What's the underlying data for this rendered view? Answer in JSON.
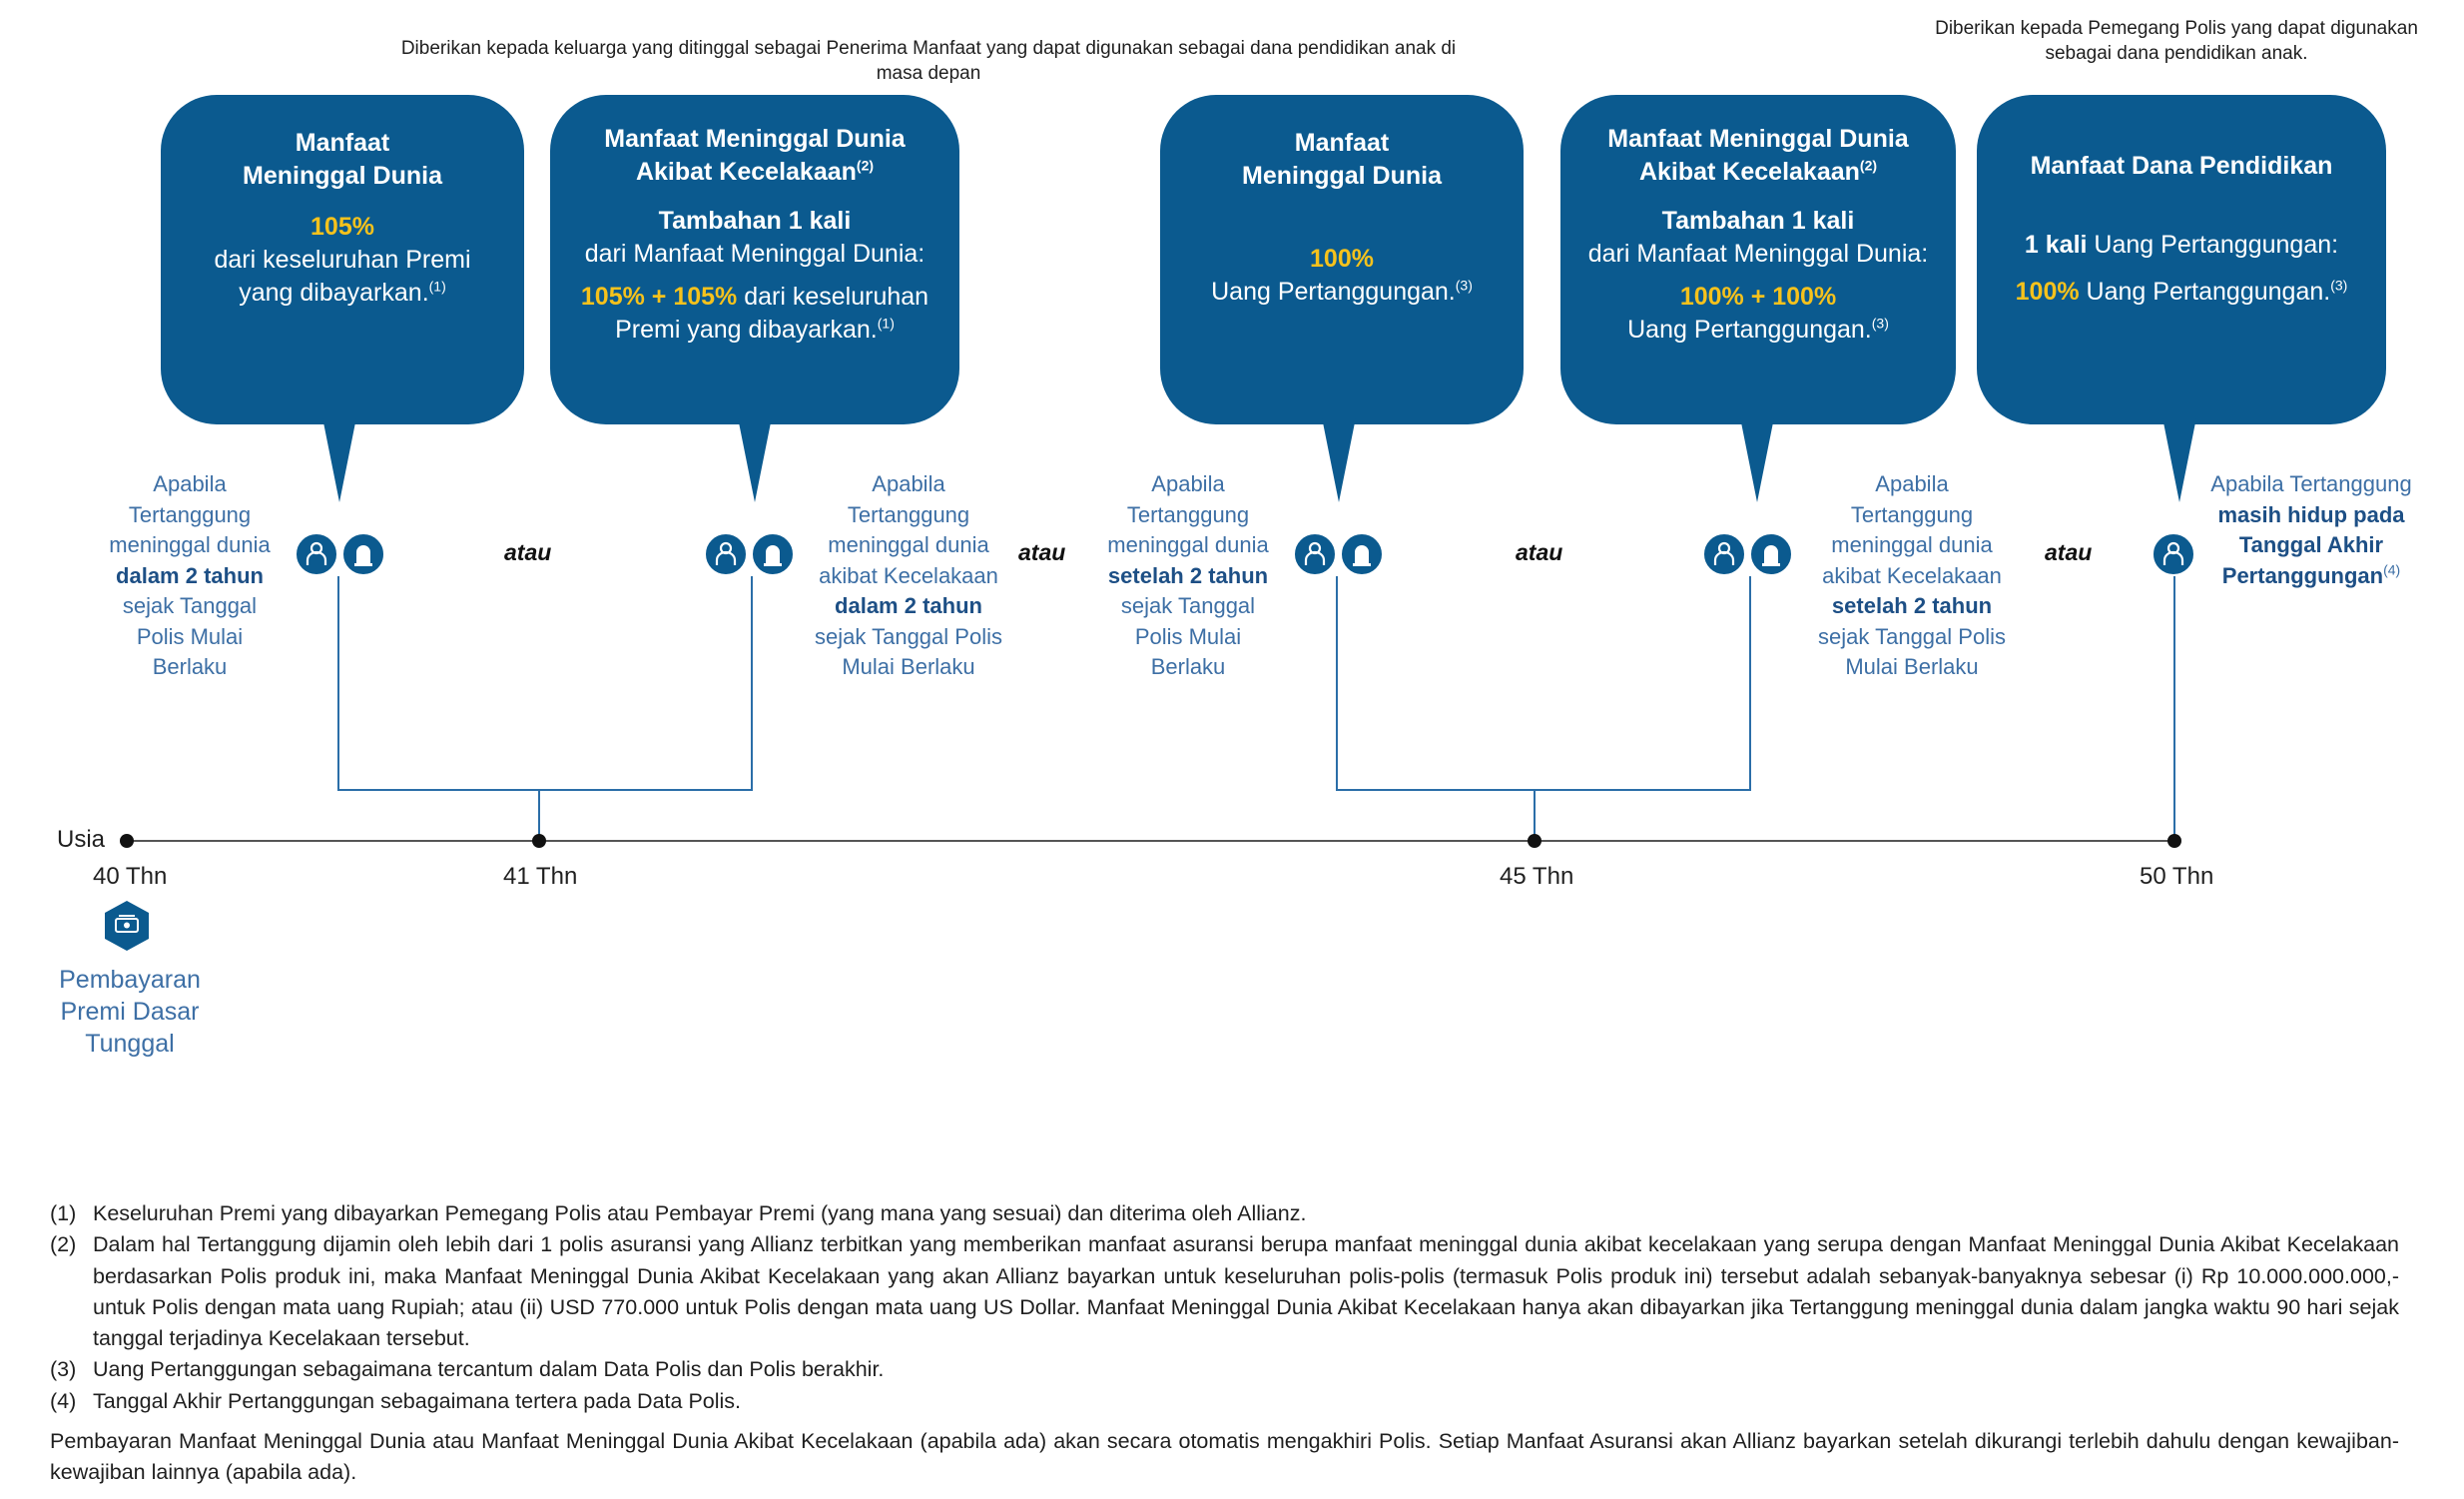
{
  "headers": {
    "left": "Diberikan kepada keluarga yang ditinggal sebagai Penerima Manfaat yang dapat digunakan sebagai dana pendidikan anak di masa depan",
    "right_line1": "Diberikan kepada Pemegang Polis yang dapat digunakan",
    "right_line2": "sebagai dana pendidikan anak."
  },
  "bubbles": [
    {
      "title1": "Manfaat",
      "title2": "Meninggal Dunia",
      "highlight": "105%",
      "text1": "dari keseluruhan Premi",
      "text2": "yang dibayarkan.",
      "note": "(1)"
    },
    {
      "title1": "Manfaat Meninggal Dunia",
      "title2": "Akibat Kecelakaan",
      "title_note": "(2)",
      "sub_bold": "Tambahan 1 kali",
      "text1": "dari Manfaat Meninggal Dunia:",
      "highlight": "105% + 105%",
      "text2": " dari keseluruhan",
      "text3": "Premi yang dibayarkan.",
      "note": "(1)"
    },
    {
      "title1": "Manfaat",
      "title2": "Meninggal Dunia",
      "highlight": "100%",
      "text1": "Uang Pertanggungan.",
      "note": "(3)"
    },
    {
      "title1": "Manfaat Meninggal Dunia",
      "title2": "Akibat Kecelakaan",
      "title_note": "(2)",
      "sub_bold": "Tambahan 1 kali",
      "text1": "dari Manfaat Meninggal Dunia:",
      "highlight": "100% + 100%",
      "text2": "Uang Pertanggungan.",
      "note": "(3)"
    },
    {
      "title1": "Manfaat Dana Pendidikan",
      "sub_bold": "1 kali",
      "text1": " Uang Pertanggungan:",
      "highlight": "100%",
      "text2": " Uang Pertanggungan.",
      "note": "(3)"
    }
  ],
  "conditions": {
    "c1": {
      "l1": "Apabila",
      "l2": "Tertanggung",
      "l3": "meninggal dunia",
      "bold": "dalam 2 tahun",
      "l5": "sejak Tanggal",
      "l6": "Polis Mulai",
      "l7": "Berlaku"
    },
    "c2": {
      "l1": "Apabila",
      "l2": "Tertanggung",
      "l3": "meninggal dunia",
      "l4": "akibat Kecelakaan",
      "bold": "dalam 2 tahun",
      "l6": "sejak Tanggal Polis",
      "l7": "Mulai Berlaku"
    },
    "c3": {
      "l1": "Apabila",
      "l2": "Tertanggung",
      "l3": "meninggal dunia",
      "bold": "setelah 2 tahun",
      "l5": "sejak Tanggal",
      "l6": "Polis Mulai",
      "l7": "Berlaku"
    },
    "c4": {
      "l1": "Apabila",
      "l2": "Tertanggung",
      "l3": "meninggal dunia",
      "l4": "akibat Kecelakaan",
      "bold": "setelah 2 tahun",
      "l6": "sejak Tanggal Polis",
      "l7": "Mulai Berlaku"
    },
    "c5": {
      "l1": "Apabila Tertanggung",
      "bold1": "masih hidup pada",
      "bold2": "Tanggal Akhir",
      "bold3": "Pertanggungan",
      "note": "(4)"
    }
  },
  "atau": "atau",
  "timeline": {
    "label": "Usia",
    "ages": [
      "40 Thn",
      "41 Thn",
      "45 Thn",
      "50 Thn"
    ]
  },
  "payment": {
    "l1": "Pembayaran",
    "l2": "Premi Dasar",
    "l3": "Tunggal"
  },
  "footnotes": [
    {
      "num": "(1)",
      "text": "Keseluruhan Premi yang dibayarkan Pemegang Polis atau Pembayar Premi (yang mana yang sesuai) dan diterima oleh Allianz."
    },
    {
      "num": "(2)",
      "text": "Dalam hal Tertanggung dijamin oleh lebih dari 1 polis asuransi yang Allianz terbitkan yang memberikan manfaat asuransi berupa manfaat meninggal dunia akibat kecelakaan yang serupa dengan Manfaat Meninggal Dunia Akibat Kecelakaan berdasarkan Polis produk ini, maka Manfaat Meninggal Dunia Akibat Kecelakaan yang akan Allianz bayarkan untuk keseluruhan polis-polis (termasuk Polis produk ini) tersebut adalah sebanyak-banyaknya sebesar (i) Rp 10.000.000.000,- untuk Polis dengan mata uang Rupiah; atau (ii) USD 770.000 untuk Polis dengan mata uang US Dollar. Manfaat Meninggal Dunia Akibat Kecelakaan hanya akan dibayarkan jika Tertanggung meninggal dunia dalam jangka waktu 90 hari sejak tanggal terjadinya Kecelakaan tersebut."
    },
    {
      "num": "(3)",
      "text": "Uang Pertanggungan sebagaimana tercantum dalam Data Polis dan Polis berakhir."
    },
    {
      "num": "(4)",
      "text": "Tanggal Akhir Pertanggungan sebagaimana tertera pada Data Polis."
    }
  ],
  "closing": "Pembayaran Manfaat Meninggal Dunia atau Manfaat Meninggal Dunia Akibat Kecelakaan (apabila ada) akan secara otomatis mengakhiri Polis. Setiap Manfaat Asuransi akan Allianz bayarkan setelah dikurangi terlebih dahulu dengan kewajiban-kewajiban lainnya (apabila ada).",
  "colors": {
    "primary": "#0b5a8f",
    "highlight": "#f6c21c",
    "condition_text": "#3d6fa5"
  },
  "icons": [
    "person-icon",
    "tombstone-icon",
    "money-icon"
  ]
}
